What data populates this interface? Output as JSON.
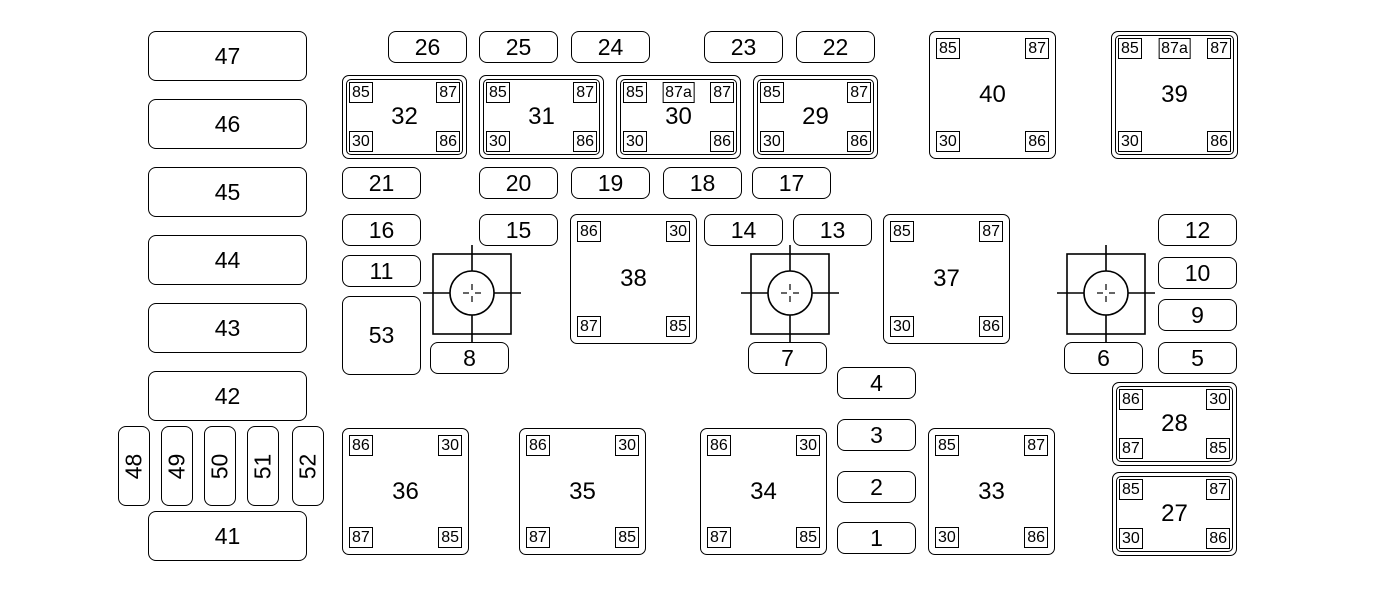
{
  "fuses": [
    {
      "id": "f47",
      "label": "47"
    },
    {
      "id": "f46",
      "label": "46"
    },
    {
      "id": "f45",
      "label": "45"
    },
    {
      "id": "f44",
      "label": "44"
    },
    {
      "id": "f43",
      "label": "43"
    },
    {
      "id": "f42",
      "label": "42"
    },
    {
      "id": "f41",
      "label": "41"
    },
    {
      "id": "f26",
      "label": "26"
    },
    {
      "id": "f25",
      "label": "25"
    },
    {
      "id": "f24",
      "label": "24"
    },
    {
      "id": "f23",
      "label": "23"
    },
    {
      "id": "f22",
      "label": "22"
    },
    {
      "id": "f21",
      "label": "21"
    },
    {
      "id": "f20",
      "label": "20"
    },
    {
      "id": "f19",
      "label": "19"
    },
    {
      "id": "f18",
      "label": "18"
    },
    {
      "id": "f17",
      "label": "17"
    },
    {
      "id": "f16",
      "label": "16"
    },
    {
      "id": "f15",
      "label": "15"
    },
    {
      "id": "f14",
      "label": "14"
    },
    {
      "id": "f13",
      "label": "13"
    },
    {
      "id": "f12",
      "label": "12"
    },
    {
      "id": "f11",
      "label": "11"
    },
    {
      "id": "f10",
      "label": "10"
    },
    {
      "id": "f9",
      "label": "9"
    },
    {
      "id": "f8",
      "label": "8"
    },
    {
      "id": "f7",
      "label": "7"
    },
    {
      "id": "f6",
      "label": "6"
    },
    {
      "id": "f5",
      "label": "5"
    },
    {
      "id": "f4",
      "label": "4"
    },
    {
      "id": "f3",
      "label": "3"
    },
    {
      "id": "f2",
      "label": "2"
    },
    {
      "id": "f1",
      "label": "1"
    },
    {
      "id": "f53",
      "label": "53"
    }
  ],
  "vertical_fuses": [
    {
      "id": "f48",
      "label": "48"
    },
    {
      "id": "f49",
      "label": "49"
    },
    {
      "id": "f50",
      "label": "50"
    },
    {
      "id": "f51",
      "label": "51"
    },
    {
      "id": "f52",
      "label": "52"
    }
  ],
  "relays": [
    {
      "id": "r32",
      "label": "32",
      "pins": {
        "tl": "85",
        "tr": "87",
        "bl": "30",
        "br": "86"
      }
    },
    {
      "id": "r31",
      "label": "31",
      "pins": {
        "tl": "85",
        "tr": "87",
        "bl": "30",
        "br": "86"
      }
    },
    {
      "id": "r30",
      "label": "30",
      "pins": {
        "tl": "85",
        "tm": "87a",
        "tr": "87",
        "bl": "30",
        "br": "86"
      }
    },
    {
      "id": "r29",
      "label": "29",
      "pins": {
        "tl": "85",
        "tr": "87",
        "bl": "30",
        "br": "86"
      }
    },
    {
      "id": "r40",
      "label": "40",
      "pins": {
        "tl": "85",
        "tr": "87",
        "bl": "30",
        "br": "86"
      }
    },
    {
      "id": "r39",
      "label": "39",
      "pins": {
        "tl": "85",
        "tm": "87a",
        "tr": "87",
        "bl": "30",
        "br": "86"
      }
    },
    {
      "id": "r38",
      "label": "38",
      "pins": {
        "tl": "86",
        "tr": "30",
        "bl": "87",
        "br": "85"
      }
    },
    {
      "id": "r37",
      "label": "37",
      "pins": {
        "tl": "85",
        "tr": "87",
        "bl": "30",
        "br": "86"
      }
    },
    {
      "id": "r36",
      "label": "36",
      "pins": {
        "tl": "86",
        "tr": "30",
        "bl": "87",
        "br": "85"
      }
    },
    {
      "id": "r35",
      "label": "35",
      "pins": {
        "tl": "86",
        "tr": "30",
        "bl": "87",
        "br": "85"
      }
    },
    {
      "id": "r34",
      "label": "34",
      "pins": {
        "tl": "86",
        "tr": "30",
        "bl": "87",
        "br": "85"
      }
    },
    {
      "id": "r33",
      "label": "33",
      "pins": {
        "tl": "85",
        "tr": "87",
        "bl": "30",
        "br": "86"
      }
    },
    {
      "id": "r28",
      "label": "28",
      "pins": {
        "tl": "86",
        "tr": "30",
        "bl": "87",
        "br": "85"
      }
    },
    {
      "id": "r27",
      "label": "27",
      "pins": {
        "tl": "85",
        "tr": "87",
        "bl": "30",
        "br": "86"
      }
    }
  ]
}
